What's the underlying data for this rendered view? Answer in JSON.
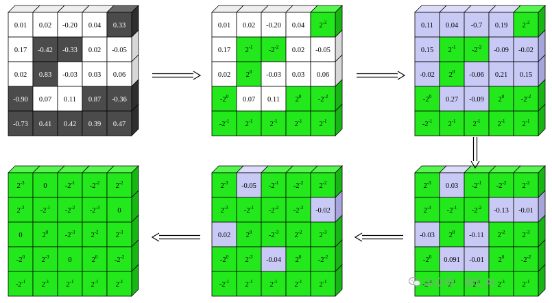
{
  "colors": {
    "white": "#ffffff",
    "dark": "#4b4b4b",
    "dark_side": "#2e2e2e",
    "dark_top": "#6a6a6a",
    "green": "#22e81c",
    "green_side": "#18b614",
    "green_top": "#56f550",
    "lavender": "#c9c9f5",
    "lavender_side": "#a6a6dc",
    "lavender_top": "#dcdcfa",
    "white_side": "#d8d8d8",
    "white_top": "#eeeeee",
    "grid": "#000000"
  },
  "watermark": {
    "text": "公众号 · 智汇AI",
    "icon": "wechat-icon"
  },
  "diagram": {
    "grids": [
      {
        "id": "grid-1",
        "cells": [
          [
            [
              "0.01",
              "w"
            ],
            [
              "0.02",
              "w"
            ],
            [
              "-0.20",
              "w"
            ],
            [
              "0.04",
              "w"
            ],
            [
              "0.33",
              "d"
            ]
          ],
          [
            [
              "0.17",
              "w"
            ],
            [
              "-0.42",
              "d"
            ],
            [
              "-0.33",
              "d"
            ],
            [
              "0.02",
              "w"
            ],
            [
              "-0.05",
              "w"
            ]
          ],
          [
            [
              "0.02",
              "w"
            ],
            [
              "0.83",
              "d"
            ],
            [
              "-0.03",
              "w"
            ],
            [
              "0.03",
              "w"
            ],
            [
              "0.06",
              "w"
            ]
          ],
          [
            [
              "-0.90",
              "d"
            ],
            [
              "0.07",
              "w"
            ],
            [
              "0.11",
              "w"
            ],
            [
              "0.87",
              "d"
            ],
            [
              "-0.36",
              "d"
            ]
          ],
          [
            [
              "-0.73",
              "d"
            ],
            [
              "0.41",
              "d"
            ],
            [
              "0.42",
              "d"
            ],
            [
              "0.39",
              "d"
            ],
            [
              "0.47",
              "d"
            ]
          ]
        ]
      },
      {
        "id": "grid-2",
        "cells": [
          [
            [
              "0.01",
              "w"
            ],
            [
              "0.02",
              "w"
            ],
            [
              "-0.20",
              "w"
            ],
            [
              "0.04",
              "w"
            ],
            [
              "2^-2",
              "g"
            ]
          ],
          [
            [
              "0.17",
              "w"
            ],
            [
              "2^-1",
              "g"
            ],
            [
              "-2^-2",
              "g"
            ],
            [
              "0.02",
              "w"
            ],
            [
              "-0.05",
              "w"
            ]
          ],
          [
            [
              "0.02",
              "w"
            ],
            [
              "2^0",
              "g"
            ],
            [
              "-0.03",
              "w"
            ],
            [
              "0.03",
              "w"
            ],
            [
              "0.06",
              "w"
            ]
          ],
          [
            [
              "-2^0",
              "g"
            ],
            [
              "0.07",
              "w"
            ],
            [
              "0.11",
              "w"
            ],
            [
              "2^0",
              "g"
            ],
            [
              "-2^-2",
              "g"
            ]
          ],
          [
            [
              "-2^-1",
              "g"
            ],
            [
              "2^-1",
              "g"
            ],
            [
              "2^-1",
              "g"
            ],
            [
              "2^-1",
              "g"
            ],
            [
              "2^-1",
              "g"
            ]
          ]
        ]
      },
      {
        "id": "grid-3",
        "cells": [
          [
            [
              "0.11",
              "l"
            ],
            [
              "0.04",
              "l"
            ],
            [
              "-0.7",
              "l"
            ],
            [
              "0.19",
              "l"
            ],
            [
              "2^-2",
              "g"
            ]
          ],
          [
            [
              "0.15",
              "l"
            ],
            [
              "2^-1",
              "g"
            ],
            [
              "-2^-2",
              "g"
            ],
            [
              "-0.09",
              "l"
            ],
            [
              "-0.02",
              "l"
            ]
          ],
          [
            [
              "-0.02",
              "l"
            ],
            [
              "2^0",
              "g"
            ],
            [
              "-0.06",
              "l"
            ],
            [
              "0.21",
              "l"
            ],
            [
              "0.15",
              "l"
            ]
          ],
          [
            [
              "-2^0",
              "g"
            ],
            [
              "0.27",
              "l"
            ],
            [
              "-0.09",
              "l"
            ],
            [
              "2^0",
              "g"
            ],
            [
              "-2^-2",
              "g"
            ]
          ],
          [
            [
              "-2^-1",
              "g"
            ],
            [
              "2^-1",
              "g"
            ],
            [
              "2^-1",
              "g"
            ],
            [
              "2^-1",
              "g"
            ],
            [
              "2^-1",
              "g"
            ]
          ]
        ]
      },
      {
        "id": "grid-4",
        "cells": [
          [
            [
              "2^-3",
              "g"
            ],
            [
              "0.03",
              "l"
            ],
            [
              "-2^-1",
              "g"
            ],
            [
              "-2^-2",
              "g"
            ],
            [
              "2^-2",
              "g"
            ]
          ],
          [
            [
              "2^-3",
              "g"
            ],
            [
              "-2^-1",
              "g"
            ],
            [
              "-2^-2",
              "g"
            ],
            [
              "-0.13",
              "l"
            ],
            [
              "-0.01",
              "l"
            ]
          ],
          [
            [
              "-0.03",
              "l"
            ],
            [
              "2^0",
              "g"
            ],
            [
              "-0.11",
              "l"
            ],
            [
              "2^-2",
              "g"
            ],
            [
              "2^-3",
              "g"
            ]
          ],
          [
            [
              "-2^0",
              "g"
            ],
            [
              "0.091",
              "l"
            ],
            [
              "-0.01",
              "l"
            ],
            [
              "2^0",
              "g"
            ],
            [
              "-2^-2",
              "g"
            ]
          ],
          [
            [
              "-2^-1",
              "g"
            ],
            [
              "2^-1",
              "g"
            ],
            [
              "2^-1",
              "g"
            ],
            [
              "2^-1",
              "g"
            ],
            [
              "2^-1",
              "g"
            ]
          ]
        ]
      },
      {
        "id": "grid-5",
        "cells": [
          [
            [
              "2^-3",
              "g"
            ],
            [
              "-0.05",
              "l"
            ],
            [
              "-2^-1",
              "g"
            ],
            [
              "-2^-2",
              "g"
            ],
            [
              "2^-2",
              "g"
            ]
          ],
          [
            [
              "2^-3",
              "g"
            ],
            [
              "-2^-1",
              "g"
            ],
            [
              "-2^-2",
              "g"
            ],
            [
              "-2^-3",
              "g"
            ],
            [
              "-0.02",
              "l"
            ]
          ],
          [
            [
              "0.02",
              "l"
            ],
            [
              "2^0",
              "g"
            ],
            [
              "-2^-3",
              "g"
            ],
            [
              "2^-2",
              "g"
            ],
            [
              "2^-3",
              "g"
            ]
          ],
          [
            [
              "-2^0",
              "g"
            ],
            [
              "2^-3",
              "g"
            ],
            [
              "-0.04",
              "l"
            ],
            [
              "2^0",
              "g"
            ],
            [
              "-2^-2",
              "g"
            ]
          ],
          [
            [
              "-2^-1",
              "g"
            ],
            [
              "2^-1",
              "g"
            ],
            [
              "2^-1",
              "g"
            ],
            [
              "2^-1",
              "g"
            ],
            [
              "2^-1",
              "g"
            ]
          ]
        ]
      },
      {
        "id": "grid-6",
        "cells": [
          [
            [
              "2^-3",
              "g"
            ],
            [
              "0",
              "g"
            ],
            [
              "-2^-1",
              "g"
            ],
            [
              "-2^-2",
              "g"
            ],
            [
              "2^-2",
              "g"
            ]
          ],
          [
            [
              "2^-3",
              "g"
            ],
            [
              "-2^-1",
              "g"
            ],
            [
              "-2^-2",
              "g"
            ],
            [
              "-2^-3",
              "g"
            ],
            [
              "0",
              "g"
            ]
          ],
          [
            [
              "0",
              "g"
            ],
            [
              "2^0",
              "g"
            ],
            [
              "-2^-3",
              "g"
            ],
            [
              "2^-2",
              "g"
            ],
            [
              "2^-3",
              "g"
            ]
          ],
          [
            [
              "-2^0",
              "g"
            ],
            [
              "2^-3",
              "g"
            ],
            [
              "0",
              "g"
            ],
            [
              "2^0",
              "g"
            ],
            [
              "-2^-2",
              "g"
            ]
          ],
          [
            [
              "-2^-1",
              "g"
            ],
            [
              "2^-1",
              "g"
            ],
            [
              "2^-1",
              "g"
            ],
            [
              "2^-1",
              "g"
            ],
            [
              "2^-1",
              "g"
            ]
          ]
        ]
      }
    ],
    "flow": [
      "grid-1 → grid-2",
      "grid-2 → grid-3",
      "grid-3 ↓ grid-4",
      "grid-4 ← grid-5",
      "grid-5 ← grid-6"
    ]
  }
}
